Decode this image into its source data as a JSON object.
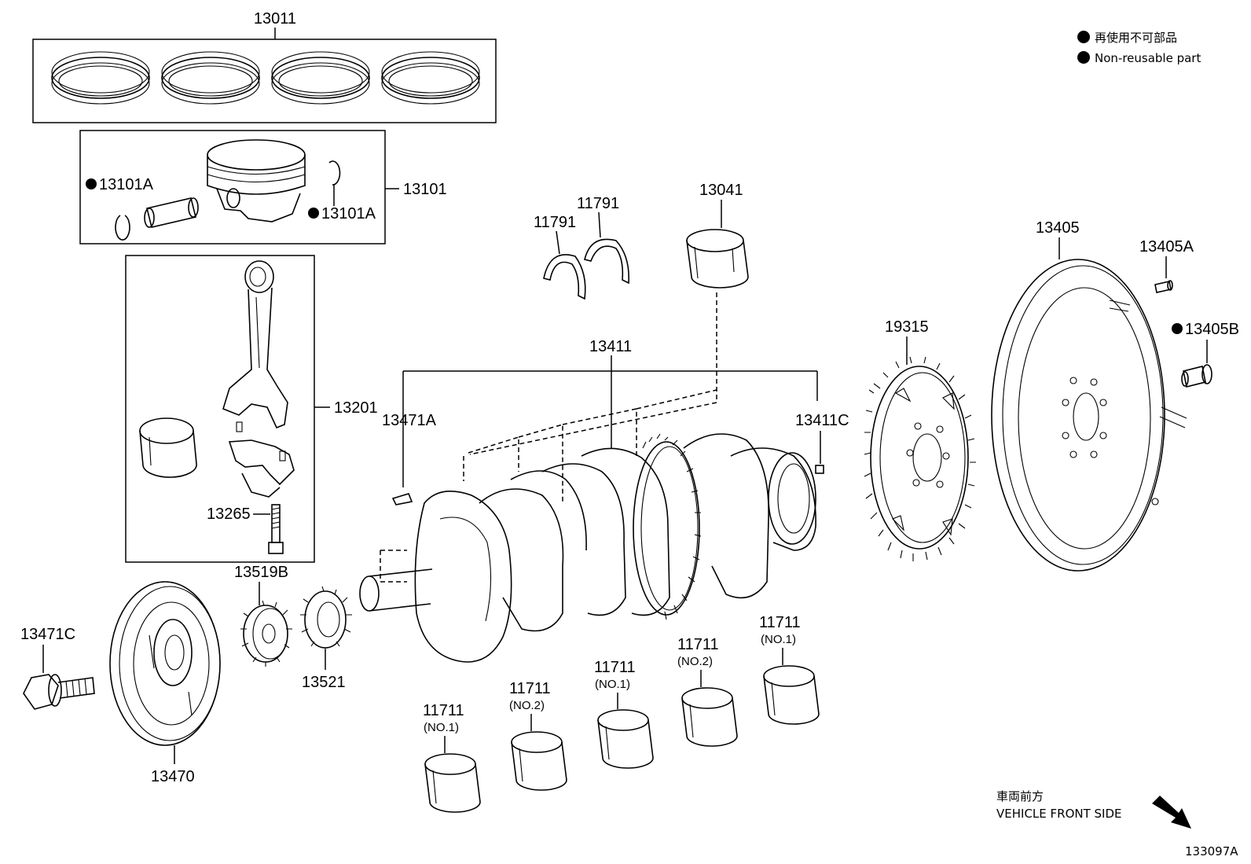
{
  "legend": {
    "jp": "再使用不可部品",
    "en": "Non-reusable part"
  },
  "labels": {
    "piston_rings": "13011",
    "piston_set": "13101",
    "snap_ring_left": "13101A",
    "snap_ring_right": "13101A",
    "conrod": "13201",
    "conrod_bolt": "13265",
    "conrod_bearing": "13041",
    "thrust_washer_a": "11791",
    "thrust_washer_b": "11791",
    "crankshaft": "13411",
    "crank_key": "13471A",
    "crank_pin": "13411C",
    "gear_13519b": "13519B",
    "gear_13521": "13521",
    "pulley_bolt": "13471C",
    "pulley": "13470",
    "flywheel": "13405",
    "flywheel_pin": "13405A",
    "flywheel_bolt": "13405B",
    "ring_gear": "19315"
  },
  "bearings": [
    {
      "part": "11711",
      "note": "(NO.1)"
    },
    {
      "part": "11711",
      "note": "(NO.2)"
    },
    {
      "part": "11711",
      "note": "(NO.1)"
    },
    {
      "part": "11711",
      "note": "(NO.2)"
    },
    {
      "part": "11711",
      "note": "(NO.1)"
    }
  ],
  "front_side": {
    "jp": "車両前方",
    "en": "VEHICLE FRONT SIDE"
  },
  "figure_id": "133097A"
}
